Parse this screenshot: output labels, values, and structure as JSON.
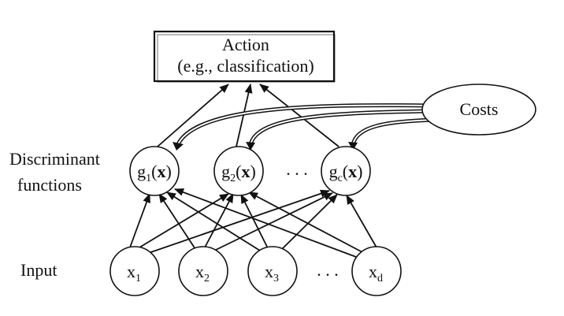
{
  "action_box": {
    "line1": "Action",
    "line2": "(e.g., classification)"
  },
  "costs": {
    "label": "Costs"
  },
  "row_labels": {
    "discriminant_line1": "Discriminant",
    "discriminant_line2": "functions",
    "input": "Input"
  },
  "discriminants": [
    {
      "base": "g",
      "sub": "1",
      "arg": "x"
    },
    {
      "base": "g",
      "sub": "2",
      "arg": "x"
    },
    {
      "base": "g",
      "sub": "c",
      "arg": "x"
    }
  ],
  "inputs": [
    {
      "base": "x",
      "sub": "1"
    },
    {
      "base": "x",
      "sub": "2"
    },
    {
      "base": "x",
      "sub": "3"
    },
    {
      "base": "x",
      "sub": "d"
    }
  ],
  "ellipsis": ". . ."
}
